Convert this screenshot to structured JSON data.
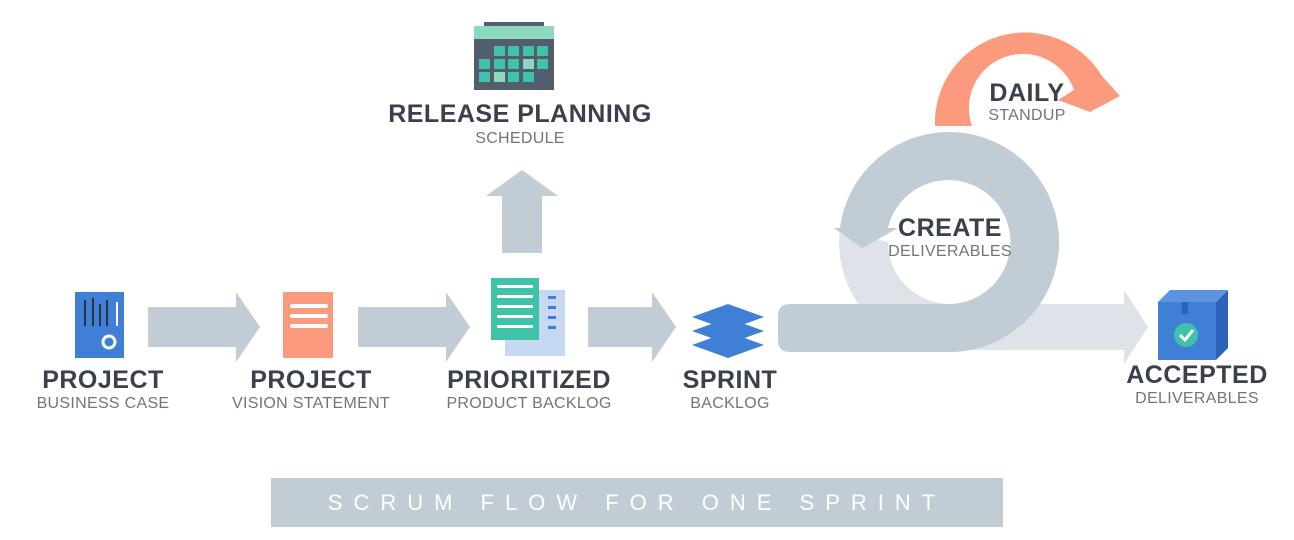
{
  "steps": [
    {
      "title": "PROJECT",
      "subtitle": "BUSINESS CASE",
      "icon": "business-case-document-icon"
    },
    {
      "title": "PROJECT",
      "subtitle": "VISION STATEMENT",
      "icon": "vision-document-icon"
    },
    {
      "title": "PRIORITIZED",
      "subtitle": "PRODUCT BACKLOG",
      "icon": "backlog-documents-icon"
    },
    {
      "title": "SPRINT",
      "subtitle": "BACKLOG",
      "icon": "stacked-layers-icon"
    },
    {
      "title": "ACCEPTED",
      "subtitle": "DELIVERABLES",
      "icon": "checked-box-icon"
    }
  ],
  "release": {
    "title": "RELEASE PLANNING",
    "subtitle": "SCHEDULE",
    "icon": "calendar-icon"
  },
  "daily": {
    "title": "DAILY",
    "subtitle": "STANDUP"
  },
  "create": {
    "title": "CREATE",
    "subtitle": "DELIVERABLES"
  },
  "banner": {
    "text": "SCRUM FLOW FOR ONE SPRINT"
  },
  "colors": {
    "arrow": "#c2ccd5",
    "arrow_light": "#dde3e8",
    "daily": "#fc9a7e",
    "text_dark": "#3a404c",
    "text_sub": "#6f7580",
    "blue": "#3f7fd6",
    "teal": "#3fc3a8",
    "salmon": "#fc9a7e"
  }
}
